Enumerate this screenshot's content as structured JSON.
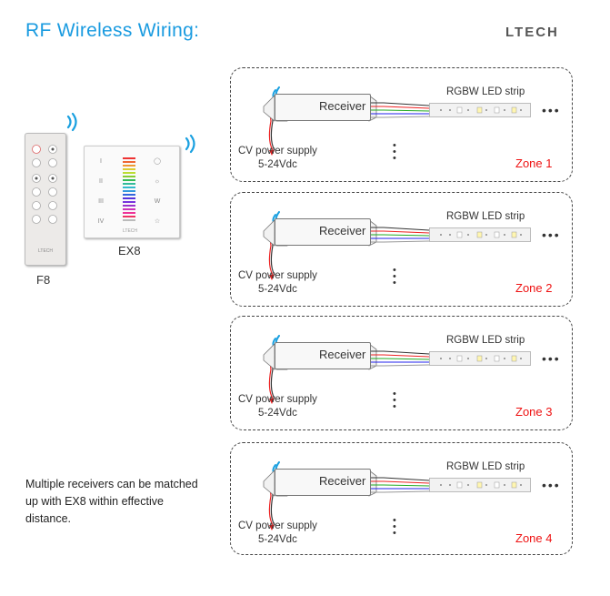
{
  "header": {
    "title": "RF Wireless Wiring:",
    "brand": "LTECH"
  },
  "remotes": [
    {
      "name": "F8",
      "logo": "LTECH"
    },
    {
      "name": "EX8",
      "logo": "LTECH"
    }
  ],
  "note": "Multiple receivers can be matched up with EX8 within effective distance.",
  "zones": [
    {
      "receiver": "Receiver",
      "strip": "RGBW LED strip",
      "power_line1": "CV power supply",
      "power_line2": "5-24Vdc",
      "zone_label": "Zone 1"
    },
    {
      "receiver": "Receiver",
      "strip": "RGBW LED strip",
      "power_line1": "CV power supply",
      "power_line2": "5-24Vdc",
      "zone_label": "Zone 2"
    },
    {
      "receiver": "Receiver",
      "strip": "RGBW LED strip",
      "power_line1": "CV power supply",
      "power_line2": "5-24Vdc",
      "zone_label": "Zone 3"
    },
    {
      "receiver": "Receiver",
      "strip": "RGBW LED strip",
      "power_line1": "CV power supply",
      "power_line2": "5-24Vdc",
      "zone_label": "Zone 4"
    }
  ],
  "colors": {
    "title": "#1a9be0",
    "wifi": "#1aa0e0",
    "zone_label": "#e11111",
    "wire_red": "#e22",
    "wire_green": "#2a2",
    "wire_blue": "#22e"
  }
}
